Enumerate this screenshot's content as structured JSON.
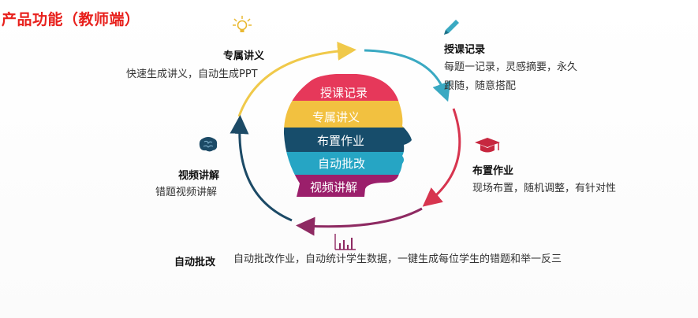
{
  "title": "产品功能（教师端）",
  "center_bands": [
    "授课记录",
    "专属讲义",
    "布置作业",
    "自动批改",
    "视频讲解"
  ],
  "colors": {
    "title": "#e8201c",
    "band1": "#e6385a",
    "band2": "#f2c140",
    "band3": "#174d6b",
    "band4": "#26a5c4",
    "band5": "#9b1f6b",
    "head": "#174d6b",
    "arc_yellow": "#f0c94a",
    "arc_teal": "#3aa9c2",
    "arc_red": "#d7354f",
    "arc_purple": "#8e2a62",
    "arc_navy": "#1c4a66"
  },
  "nodes": {
    "handout": {
      "icon": "lightbulb-icon",
      "title": "专属讲义",
      "desc": "快速生成讲义，自动生成PPT"
    },
    "record": {
      "icon": "pencil-icon",
      "title": "授课记录",
      "desc": "每题一记录，灵感摘要，永久跟随，随意搭配"
    },
    "homework": {
      "icon": "graduation-cap-icon",
      "title": "布置作业",
      "desc": "现场布置，随机调整，有针对性"
    },
    "grading": {
      "icon": "bar-chart-icon",
      "title": "自动批改",
      "desc": "自动批改作业，自动统计学生数据，一键生成每位学生的错题和举一反三"
    },
    "video": {
      "icon": "brain-icon",
      "title": "视频讲解",
      "desc": "错题视频讲解"
    }
  }
}
